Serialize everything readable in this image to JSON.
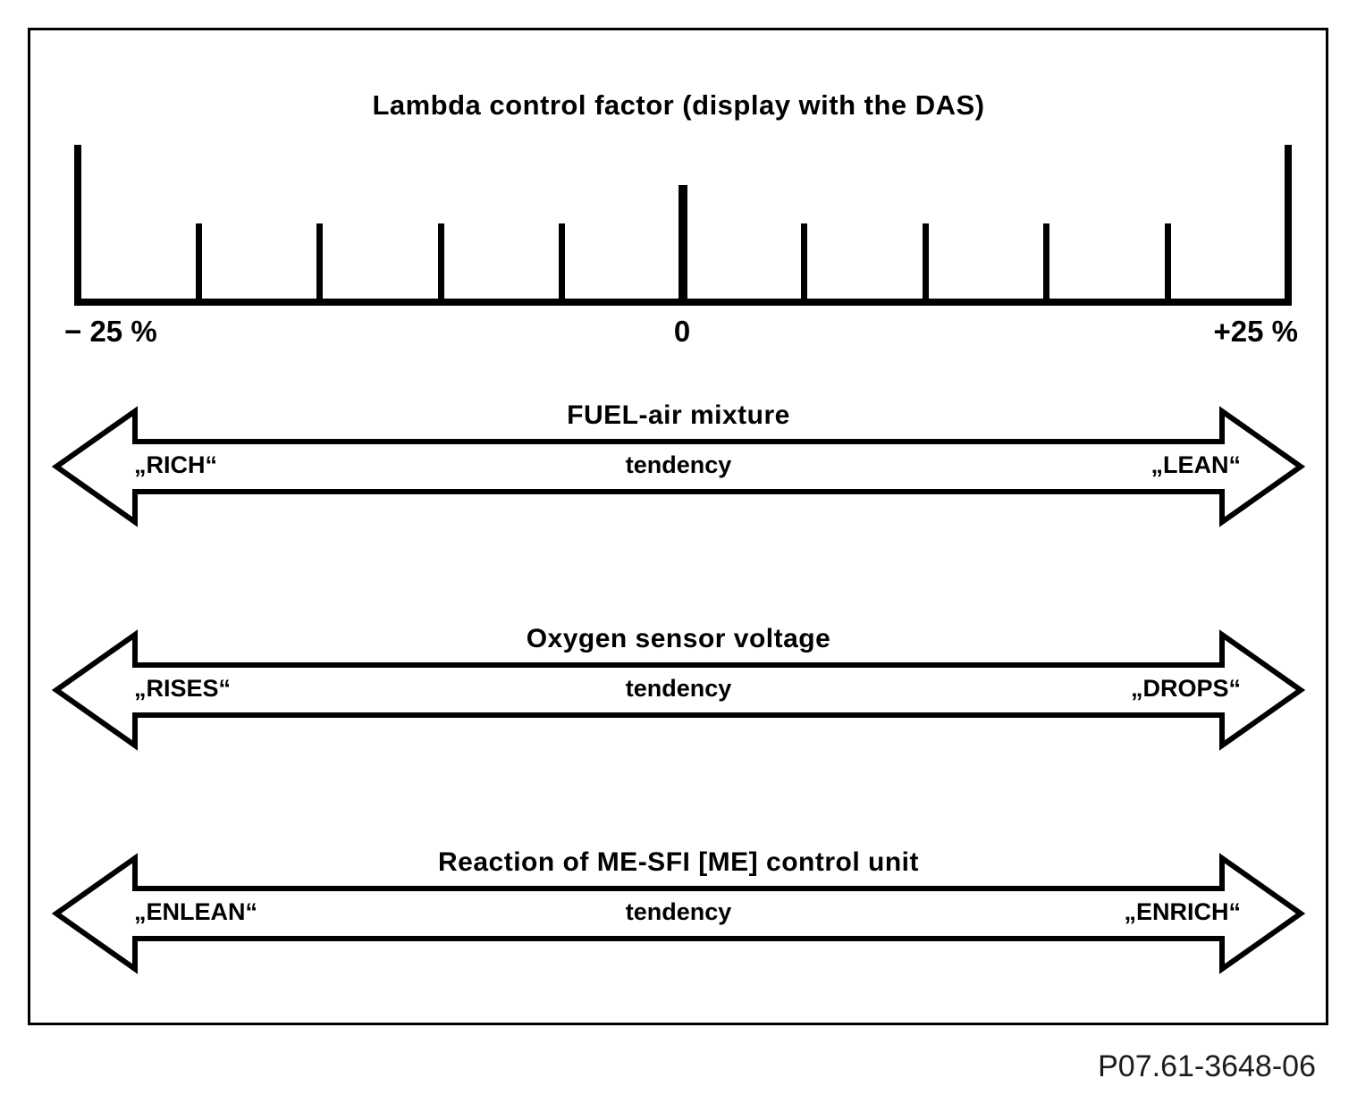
{
  "figure": {
    "title": "Lambda control factor (display with the DAS)",
    "code": "P07.61-3648-06"
  },
  "scale": {
    "min_label": "− 25 %",
    "zero_label": "0",
    "max_label": "+25 %",
    "tick_count": 11,
    "end_tick_indices": [
      0,
      10
    ],
    "center_tick_index": 5
  },
  "sections": [
    {
      "title": "FUEL-air mixture",
      "left_label": "„RICH“",
      "center_label": "tendency",
      "right_label": "„LEAN“"
    },
    {
      "title": "Oxygen sensor voltage",
      "left_label": "„RISES“",
      "center_label": "tendency",
      "right_label": "„DROPS“"
    },
    {
      "title": "Reaction of ME-SFI [ME] control unit",
      "left_label": "„ENLEAN“",
      "center_label": "tendency",
      "right_label": "„ENRICH“"
    }
  ]
}
